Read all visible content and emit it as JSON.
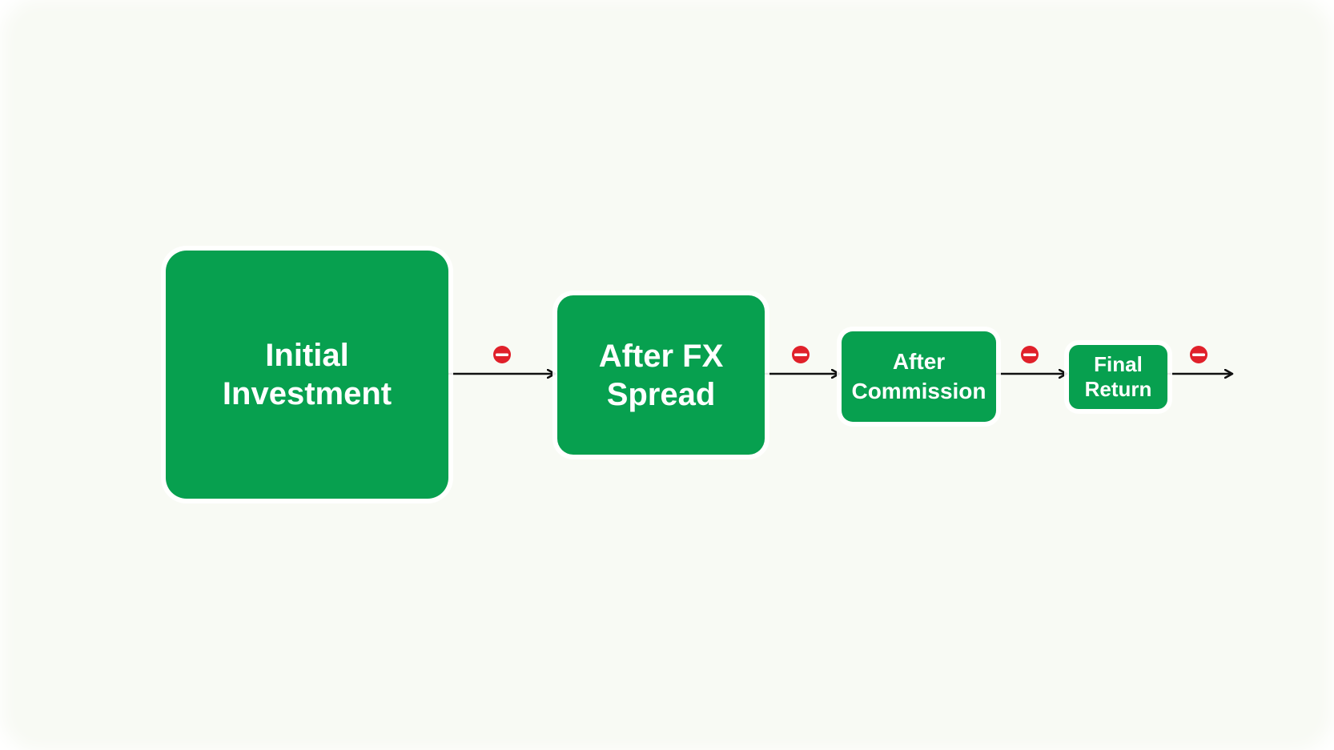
{
  "colors": {
    "box_fill": "#07a04f",
    "arrow": "#111111",
    "minus_badge": "#e0202a",
    "background": "#f8faf4"
  },
  "nodes": [
    {
      "id": "initial",
      "label": "Initial\nInvestment"
    },
    {
      "id": "fx",
      "label": "After FX\nSpread"
    },
    {
      "id": "commission",
      "label": "After\nCommission"
    },
    {
      "id": "final",
      "label": "Final\nReturn"
    }
  ],
  "connectors": [
    {
      "from": "initial",
      "to": "fx",
      "badge_icon": "minus-circle-icon"
    },
    {
      "from": "fx",
      "to": "commission",
      "badge_icon": "minus-circle-icon"
    },
    {
      "from": "commission",
      "to": "final",
      "badge_icon": "minus-circle-icon"
    },
    {
      "from": "final",
      "to": "",
      "badge_icon": "minus-circle-icon"
    }
  ]
}
